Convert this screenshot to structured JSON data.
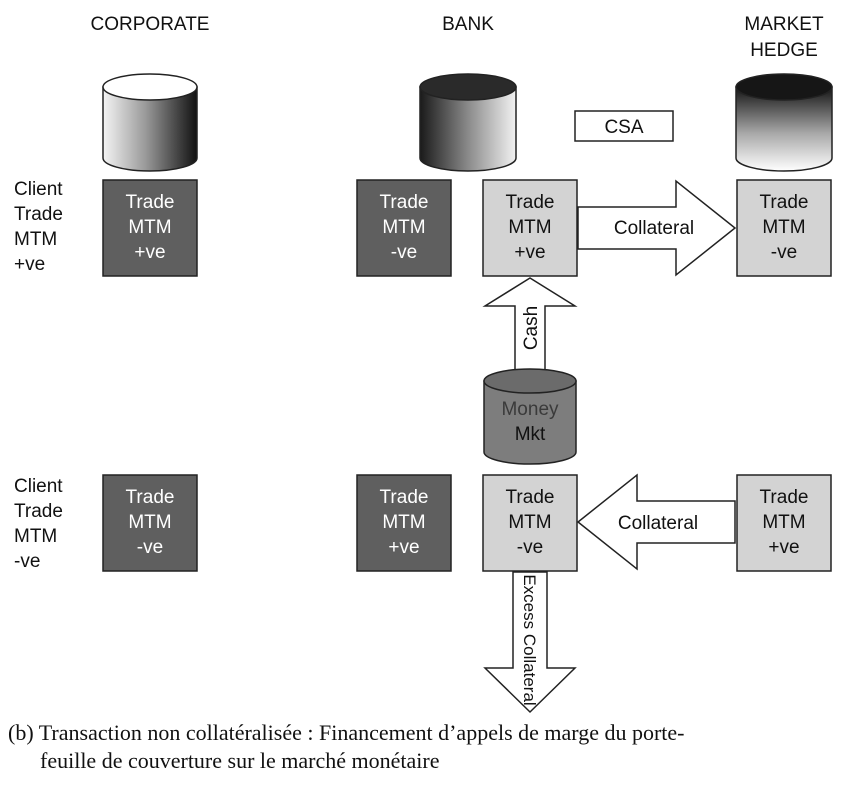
{
  "columns": {
    "corporate": "CORPORATE",
    "bank": "BANK",
    "market_hedge": [
      "MARKET",
      "HEDGE"
    ]
  },
  "csa_label": "CSA",
  "row_top": {
    "side_label": [
      "Client",
      "Trade",
      "MTM",
      "+ve"
    ],
    "corporate_box": [
      "Trade",
      "MTM",
      "+ve"
    ],
    "bank_client_box": [
      "Trade",
      "MTM",
      "-ve"
    ],
    "bank_hedge_box": [
      "Trade",
      "MTM",
      "+ve"
    ],
    "market_box": [
      "Trade",
      "MTM",
      "-ve"
    ],
    "arrow_label": "Collateral"
  },
  "cash_label": "Cash",
  "money_market": [
    "Money",
    "Mkt"
  ],
  "row_bottom": {
    "side_label": [
      "Client",
      "Trade",
      "MTM",
      "-ve"
    ],
    "corporate_box": [
      "Trade",
      "MTM",
      "-ve"
    ],
    "bank_client_box": [
      "Trade",
      "MTM",
      "+ve"
    ],
    "bank_hedge_box": [
      "Trade",
      "MTM",
      "-ve"
    ],
    "market_box": [
      "Trade",
      "MTM",
      "+ve"
    ],
    "arrow_label": "Collateral"
  },
  "excess_label": "Excess Collateral",
  "caption": [
    "(b) Transaction non collatéralisée : Financement d’appels de marge du porte-",
    "feuille de couverture sur le marché monétaire"
  ],
  "colors": {
    "dark_box": "#5f5f5f",
    "light_box": "#d3d3d3",
    "money_mkt": "#7d7d7d"
  }
}
